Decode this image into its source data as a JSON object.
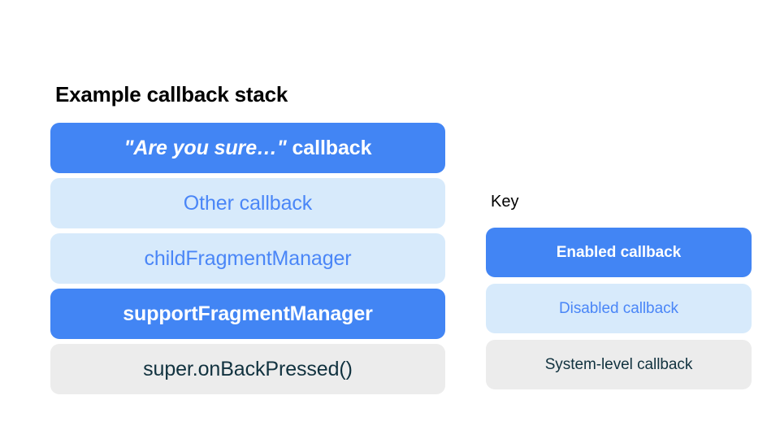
{
  "stack": {
    "title": "Example callback stack",
    "items": [
      {
        "label": "\"Are you sure…\" callback",
        "quoted_part": "\"Are you sure…\"",
        "plain_part": " callback",
        "state": "enabled"
      },
      {
        "label": "Other callback",
        "state": "disabled"
      },
      {
        "label": "childFragmentManager",
        "state": "disabled"
      },
      {
        "label": "supportFragmentManager",
        "state": "enabled"
      },
      {
        "label": "super.onBackPressed()",
        "state": "system"
      }
    ]
  },
  "key": {
    "title": "Key",
    "items": [
      {
        "label": "Enabled callback",
        "state": "enabled"
      },
      {
        "label": "Disabled callback",
        "state": "disabled"
      },
      {
        "label": "System-level callback",
        "state": "system"
      }
    ]
  },
  "colors": {
    "enabled_bg": "#4285F4",
    "enabled_text": "#FFFFFF",
    "disabled_bg": "#D7EAFB",
    "disabled_text": "#4A86F7",
    "system_bg": "#ECECEC",
    "system_text": "#11323F",
    "page_bg": "#FFFFFF",
    "heading_text": "#000000"
  }
}
